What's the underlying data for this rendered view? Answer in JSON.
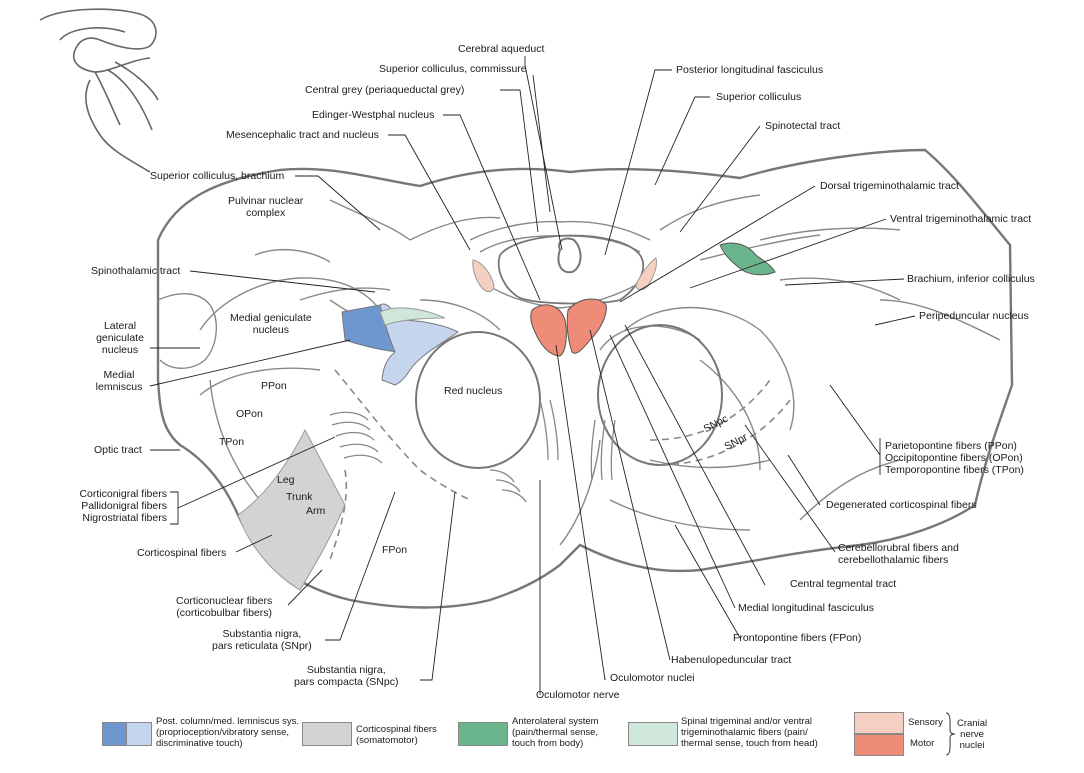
{
  "labels": {
    "cerebral_aqueduct": "Cerebral aqueduct",
    "sup_coll_commissure": "Superior colliculus, commissure",
    "central_grey": "Central grey (periaqueductal grey)",
    "edinger_westphal": "Edinger-Westphal nucleus",
    "mesencephalic_tract": "Mesencephalic tract and nucleus",
    "sup_coll_brachium": "Superior colliculus, brachium",
    "pulvinar": "Pulvinar nuclear\ncomplex",
    "spinothalamic": "Spinothalamic tract",
    "lateral_geniculate": "Lateral\ngeniculate\nnucleus",
    "medial_geniculate": "Medial geniculate\nnucleus",
    "medial_lemniscus": "Medial\nlemniscus",
    "optic_tract": "Optic tract",
    "corticonigral": "Corticonigral fibers\nPallidonigral fibers\nNigrostriatal fibers",
    "corticospinal": "Corticospinal fibers",
    "corticonuclear": "Corticonuclear fibers\n(corticobulbar fibers)",
    "snpr": "Substantia nigra,\npars reticulata (SNpr)",
    "snpc": "Substantia nigra,\npars compacta (SNpc)",
    "oculomotor_nerve": "Oculomotor nerve",
    "oculomotor_nuclei": "Oculomotor nuclei",
    "habenulopeduncular": "Habenulopeduncular tract",
    "frontopontine": "Frontopontine fibers (FPon)",
    "mlf": "Medial longitudinal fasciculus",
    "central_tegmental": "Central tegmental tract",
    "cerebellorubral": "Cerebellorubral fibers and\ncerebellothalamic fibers",
    "degenerated_cs": "Degenerated corticospinal fibers",
    "pontine_fibers": "Parietopontine fibers (PPon)\nOccipitopontine fibers (OPon)\nTemporopontine fibers (TPon)",
    "peripeduncular": "Peripeduncular nucleus",
    "brachium_ic": "Brachium, inferior colliculus",
    "ventral_trigemino": "Ventral trigeminothalamic tract",
    "dorsal_trigemino": "Dorsal trigeminothalamic tract",
    "spinotectal": "Spinotectal tract",
    "sup_colliculus": "Superior colliculus",
    "plf": "Posterior longitudinal fasciculus"
  },
  "inner_labels": {
    "red_nucleus": "Red nucleus",
    "ppon": "PPon",
    "opon": "OPon",
    "tpon": "TPon",
    "leg": "Leg",
    "trunk": "Trunk",
    "arm": "Arm",
    "fpon": "FPon",
    "snpc_short": "SNpc",
    "snpr_short": "SNpr"
  },
  "legend": {
    "lemniscus": "Post. column/med. lemniscus sys.\n(proprioception/vibratory sense,\ndiscriminative touch)",
    "corticospinal": "Corticospinal fibers\n(somatomotor)",
    "anterolateral": "Anterolateral system\n(pain/thermal sense,\ntouch from body)",
    "trigeminal": "Spinal trigeminal and/or ventral\ntrigeminothalamic fibers (pain/\nthermal sense, touch from head)",
    "sensory": "Sensory",
    "motor": "Motor",
    "cranial_nerve_nuclei": "Cranial\nnerve\nnuclei"
  },
  "colors": {
    "lemniscus_dark": "#6f97cf",
    "lemniscus_light": "#c5d5ee",
    "corticospinal": "#d3d3d6",
    "anterolateral": "#6bb58c",
    "trigeminal": "#cfe6d8",
    "sensory": "#f6cfc3",
    "motor": "#ef8c77",
    "outline": "#777777",
    "leader": "#222222"
  }
}
